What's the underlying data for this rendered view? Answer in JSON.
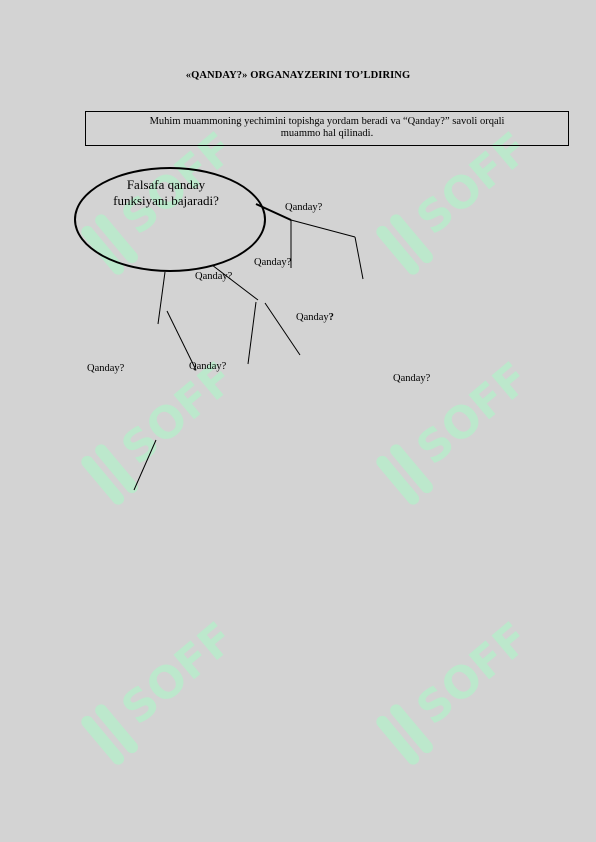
{
  "title": "«QANDAY?» ORGANAYZERINI TO’LDIRING",
  "instruction": {
    "line1": "Muhim muammoning yechimini topishga yordam beradi va “Qanday?” savoli orqali",
    "line2": "muammo hal qilinadi."
  },
  "central_question": {
    "line1": "Falsafa qanday",
    "line2": "funksiyani bajaradi?"
  },
  "question_labels": {
    "q1": "Qanday?",
    "q2": "Qanday?",
    "q3": "Qanday?",
    "q4_text": "Qanday",
    "q4_mark": "?",
    "q5": "Qanday?",
    "q6": "Qanday?",
    "q7": "Qanday?"
  },
  "watermark": {
    "text": "SOFF",
    "color": "#b9eacb"
  }
}
